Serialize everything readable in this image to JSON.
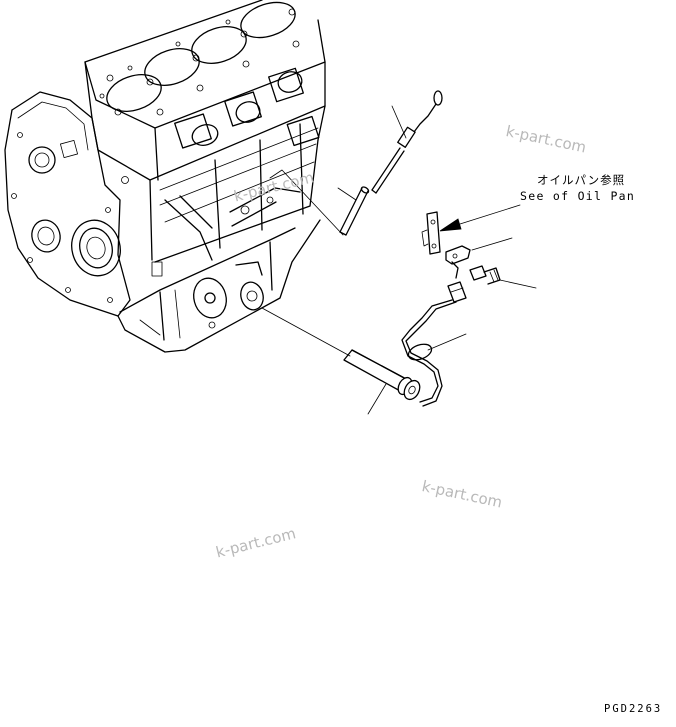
{
  "reference": {
    "japanese": "オイルパン参照",
    "english": "See of Oil Pan"
  },
  "watermarks": [
    "k-part.com",
    "k-part.com",
    "k-part.com",
    "k-part.com"
  ],
  "drawing_code": "PGD2263"
}
